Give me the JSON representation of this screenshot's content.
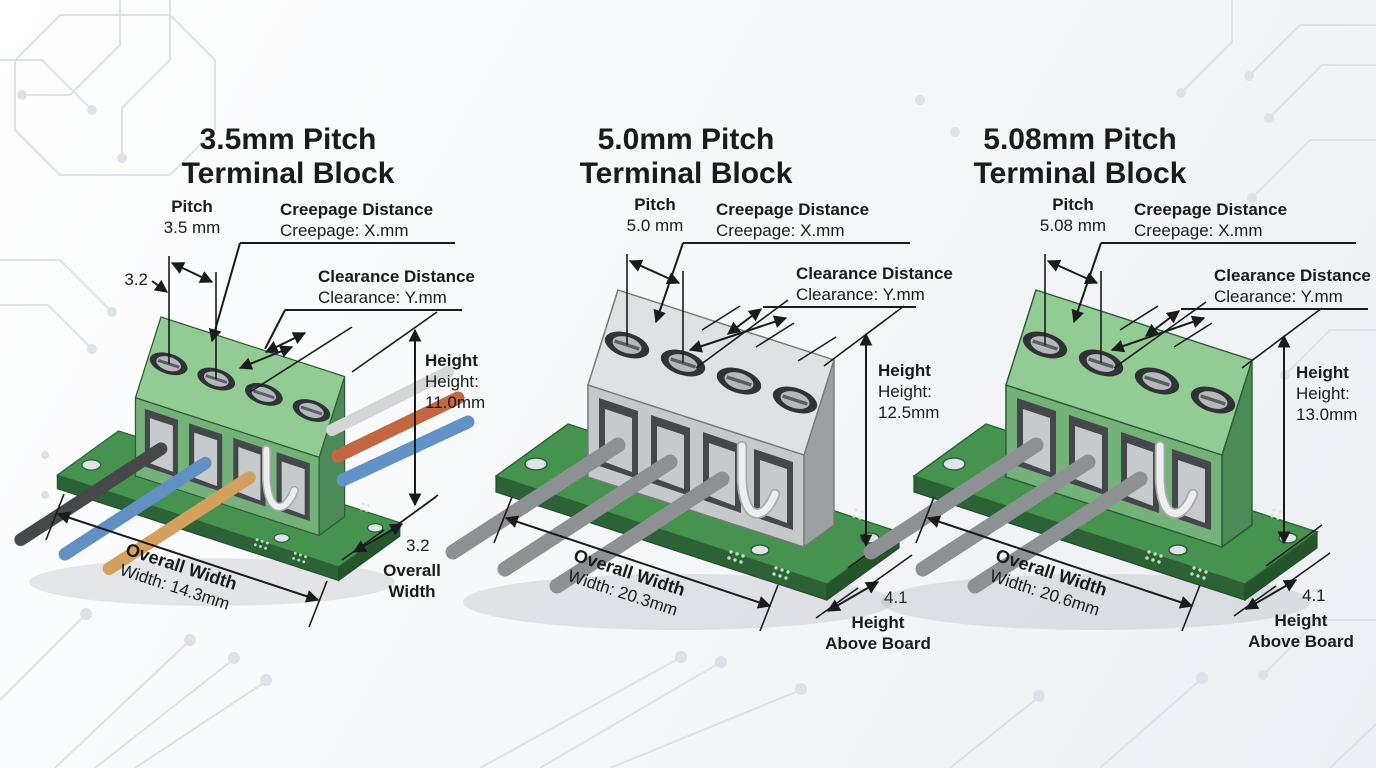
{
  "figure": {
    "panels": [
      {
        "title": [
          "3.5mm Pitch",
          "Terminal Block"
        ],
        "pitch": {
          "label": "Pitch",
          "value": "3.5 mm"
        },
        "side_dim": "3.2",
        "creepage": {
          "label": "Creepage Distance",
          "value": "Creepage: X.mm"
        },
        "clearance": {
          "label": "Clearance Distance",
          "value": "Clearance: Y.mm"
        },
        "height": {
          "label": "Height",
          "line1": "Height:",
          "line2": "11.0mm"
        },
        "overall_width": {
          "label": "Overall Width",
          "value": "Width: 14.3mm"
        },
        "board_dim": {
          "value": "3.2",
          "label": [
            "Overall",
            "Width"
          ]
        }
      },
      {
        "title": [
          "5.0mm Pitch",
          "Terminal Block"
        ],
        "pitch": {
          "label": "Pitch",
          "value": "5.0 mm"
        },
        "creepage": {
          "label": "Creepage Distance",
          "value": "Creepage: X.mm"
        },
        "clearance": {
          "label": "Clearance Distance",
          "value": "Clearance: Y.mm"
        },
        "height": {
          "label": "Height",
          "line1": "Height:",
          "line2": "12.5mm"
        },
        "overall_width": {
          "label": "Overall Width",
          "value": "Width: 20.3mm"
        },
        "board_dim": {
          "value": "4.1",
          "label": [
            "Height",
            "Above Board"
          ]
        }
      },
      {
        "title": [
          "5.08mm Pitch",
          "Terminal Block"
        ],
        "pitch": {
          "label": "Pitch",
          "value": "5.08 mm"
        },
        "creepage": {
          "label": "Creepage Distance",
          "value": "Creepage: X.mm"
        },
        "clearance": {
          "label": "Clearance Distance",
          "value": "Clearance: Y.mm"
        },
        "height": {
          "label": "Height",
          "line1": "Height:",
          "line2": "13.0mm"
        },
        "overall_width": {
          "label": "Overall Width",
          "value": "Width: 20.6mm"
        },
        "board_dim": {
          "value": "4.1",
          "label": [
            "Height",
            "Above Board"
          ]
        }
      }
    ],
    "colors": {
      "line": "#1a1b1d",
      "pcb_green": "#46934f",
      "block_green": "#8cc78f",
      "block_gray": "#d4d6d8",
      "wire_black": "#45474b",
      "wire_blue": "#6290c4",
      "wire_tan": "#d3a05e",
      "wire_orange": "#c2673f",
      "wire_gray": "#8e9194",
      "background_trace": "#dde2e8"
    }
  }
}
